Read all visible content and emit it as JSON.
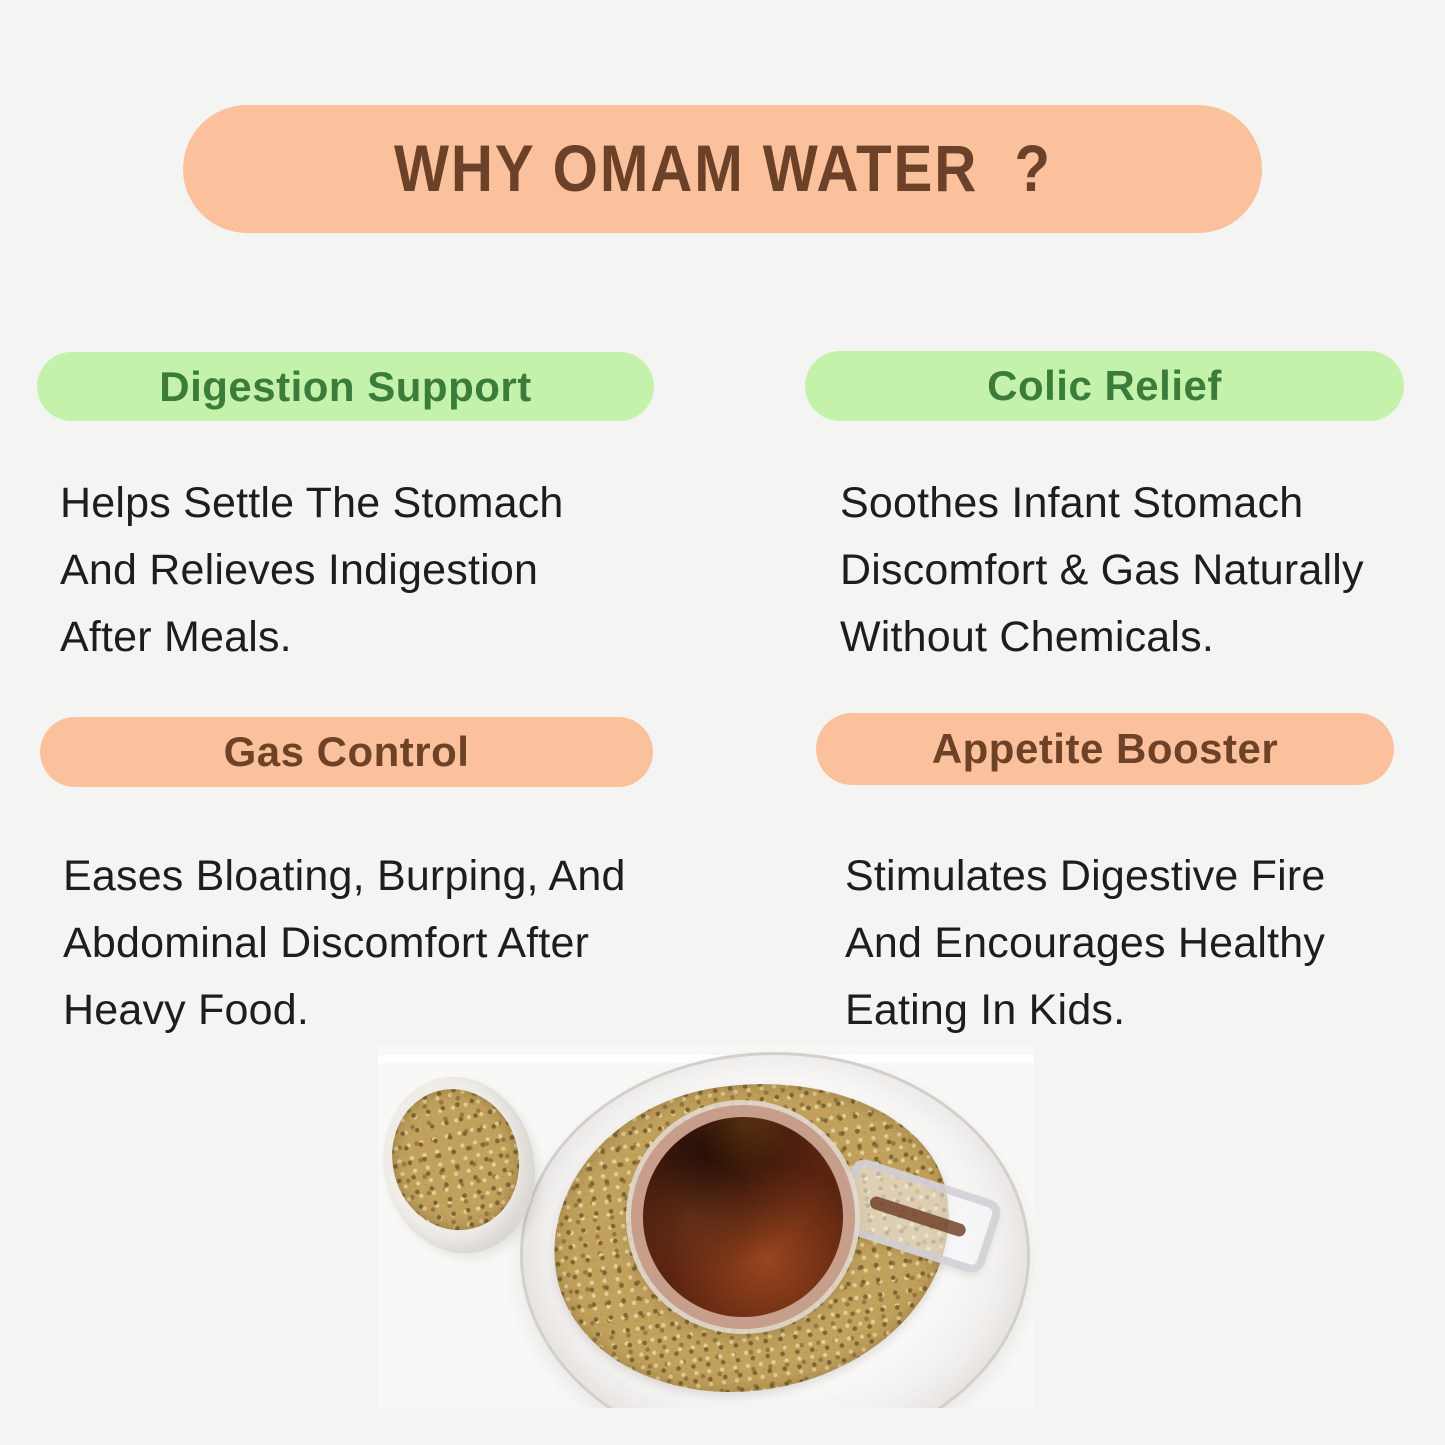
{
  "header": {
    "title": "WHY OMAM WATER  ?"
  },
  "benefits": [
    {
      "id": "digestion-support",
      "title": "Digestion Support",
      "pill_style": "green",
      "description": [
        "Helps Settle The Stomach",
        "And Relieves Indigestion",
        "After Meals."
      ]
    },
    {
      "id": "colic-relief",
      "title": "Colic Relief",
      "pill_style": "green",
      "description": [
        "Soothes Infant Stomach",
        "Discomfort & Gas Naturally",
        "Without Chemicals."
      ]
    },
    {
      "id": "gas-control",
      "title": "Gas Control",
      "pill_style": "peach",
      "description": [
        "Eases Bloating, Burping, And",
        "Abdominal Discomfort After",
        "Heavy Food."
      ]
    },
    {
      "id": "appetite-booster",
      "title": "Appetite Booster",
      "pill_style": "peach",
      "description": [
        "Stimulates Digestive Fire",
        "And Encourages Healthy",
        "Eating In Kids."
      ]
    }
  ],
  "photo": {
    "subject": "Glass cup of omam water on a glass saucer ringed with carom seeds, beside a cup of omam seeds"
  },
  "colors": {
    "page_background": "#f4f4f3",
    "peach_pill": "#fbc19c",
    "green_pill": "#c5f2ab",
    "green_text": "#3b7c3b",
    "brown_text": "#6b4229",
    "body_text": "#1d1d1d"
  }
}
